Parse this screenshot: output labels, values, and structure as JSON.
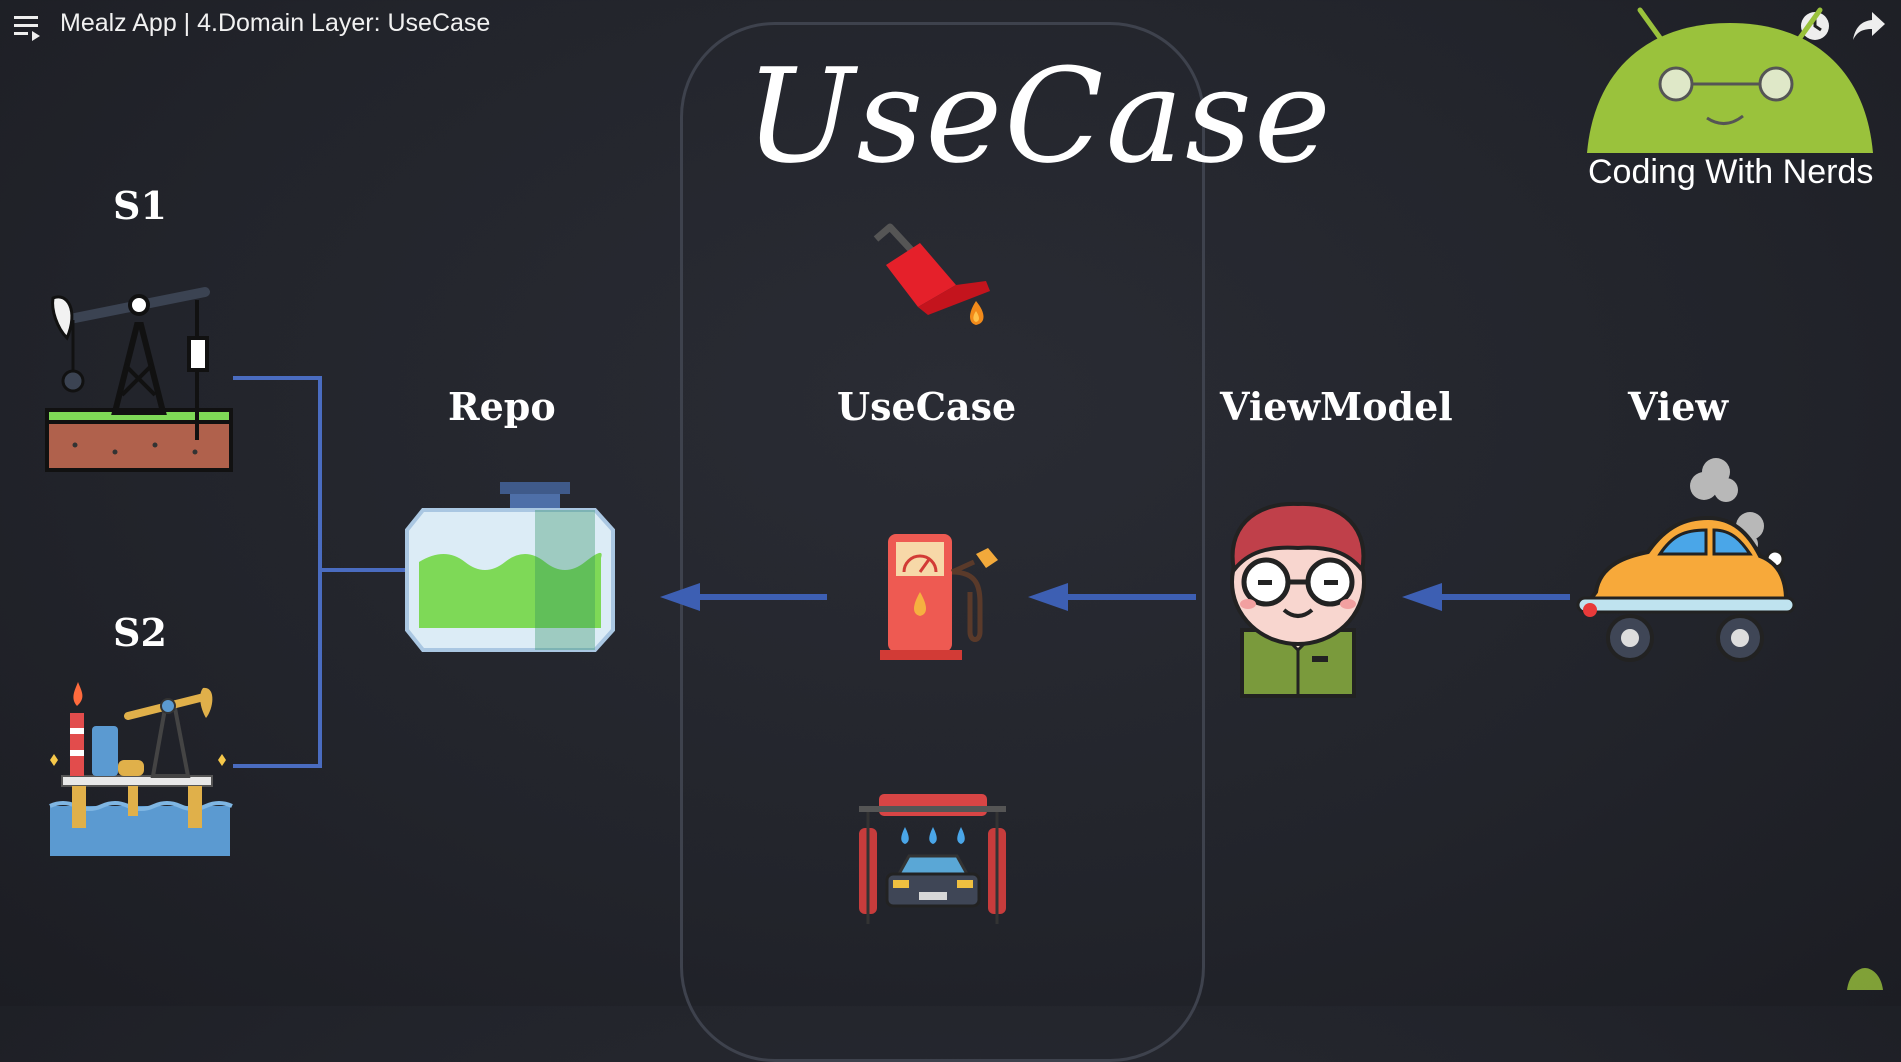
{
  "player": {
    "title": "Mealz App | 4.Domain Layer: UseCase",
    "icons": [
      "playlist-icon",
      "watch-later-icon",
      "share-icon"
    ]
  },
  "slide": {
    "main_title": "UseCase",
    "brand": "Coding With Nerds",
    "labels": {
      "s1": "S1",
      "s2": "S2",
      "repo": "Repo",
      "usecase": "UseCase",
      "viewmodel": "ViewModel",
      "view": "View"
    },
    "colors": {
      "background": "#22242b",
      "arrow": "#3d5fb3",
      "connector": "#4a6cc0",
      "android_green": "#9ac23c"
    }
  }
}
